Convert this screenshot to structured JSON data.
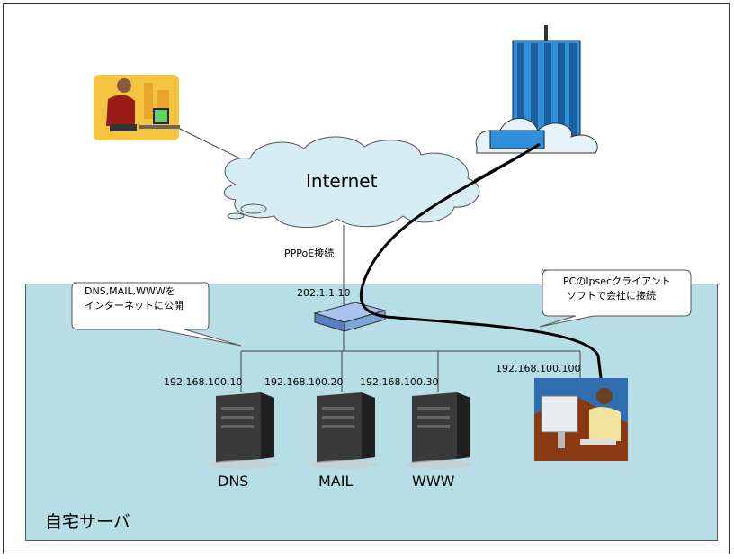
{
  "diagram": {
    "zone_title": "自宅サーバ",
    "internet": "Internet",
    "pppoe": "PPPoE接続",
    "router_ip": "202.1.1.10",
    "callout_left": [
      "DNS,MAIL,WWWを",
      "インターネットに公開"
    ],
    "callout_right": [
      "PCのIpsecクライアント",
      "ソフトで会社に接続"
    ],
    "servers": [
      {
        "ip": "192.168.100.10",
        "label": "DNS"
      },
      {
        "ip": "192.168.100.20",
        "label": "MAIL"
      },
      {
        "ip": "192.168.100.30",
        "label": "WWW"
      }
    ],
    "pc_ip": "192.168.100.100"
  },
  "colors": {
    "zone": "#b7dde6",
    "cloud": "#d6eef3",
    "building": "#2f8fd8",
    "router": "#7fa4d8"
  },
  "icons": [
    "remote-user-icon",
    "office-building-icon",
    "router-icon",
    "server-icon",
    "pc-user-icon"
  ]
}
